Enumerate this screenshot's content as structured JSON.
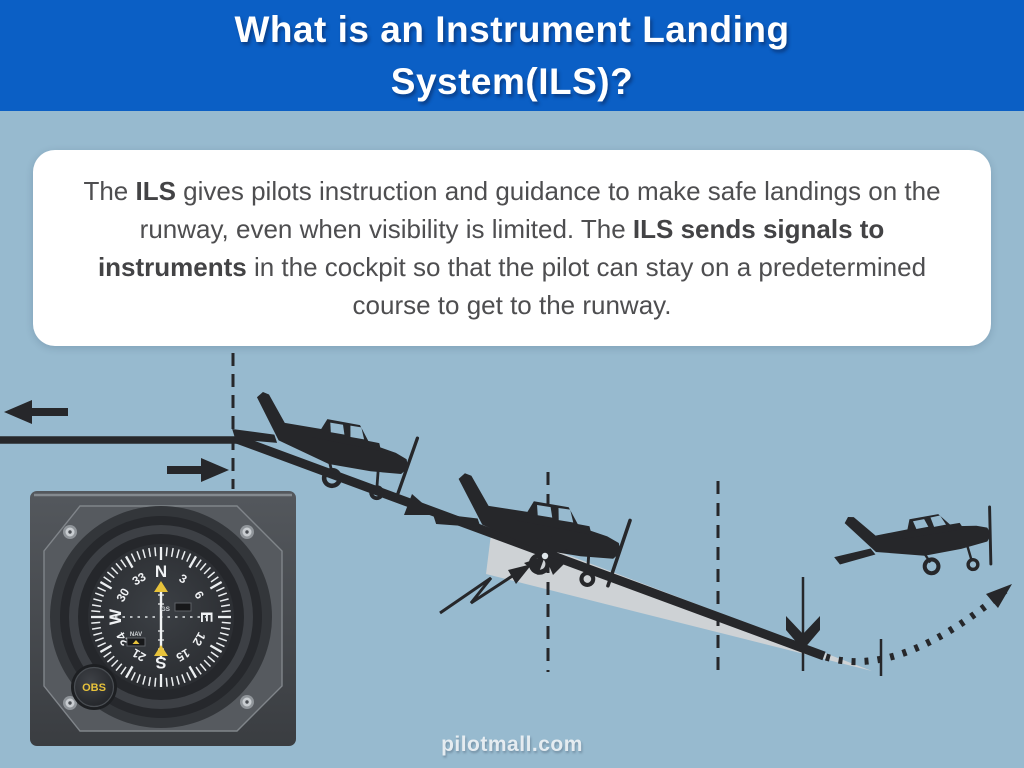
{
  "header": {
    "title_line1": "What is an Instrument Landing",
    "title_line2": "System(ILS)?"
  },
  "description": {
    "segments": [
      {
        "text": "The ",
        "bold": false
      },
      {
        "text": "ILS",
        "bold": true
      },
      {
        "text": " gives pilots instruction and guidance to make safe landings on the runway, even when visibility is limited. The ",
        "bold": false
      },
      {
        "text": "ILS sends signals to instruments",
        "bold": true
      },
      {
        "text": " in the cockpit so that the pilot can stay on a predetermined course to get to the runway.",
        "bold": false
      }
    ]
  },
  "instrument": {
    "compass_labels": [
      "N",
      "3",
      "6",
      "E",
      "12",
      "15",
      "S",
      "21",
      "24",
      "W",
      "30",
      "33"
    ],
    "gs_label": "GS",
    "nav_label": "NAV",
    "obs_label": "OBS"
  },
  "footer": {
    "watermark": "pilotmall.com"
  },
  "colors": {
    "header_bg": "#0b5fc5",
    "canvas_bg": "#97bacf",
    "card_bg": "#ffffff",
    "body_text": "#4e4e50",
    "ink": "#26272a",
    "beam_gray": "#ced2d5",
    "accent_yellow": "#e7c23b"
  }
}
